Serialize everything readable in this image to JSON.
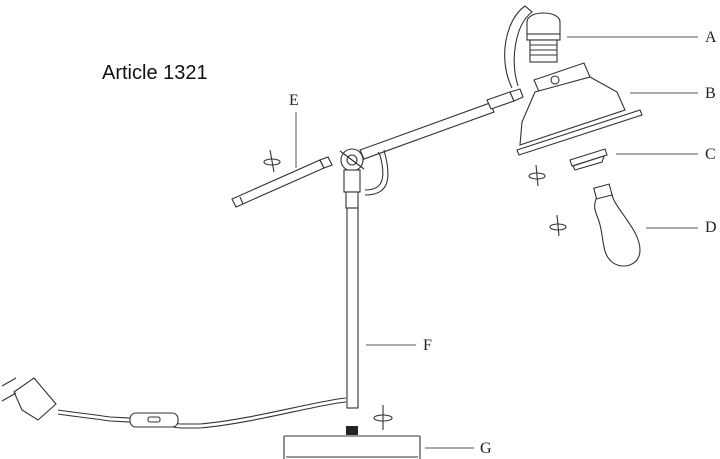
{
  "title": "Article 1321",
  "labels": {
    "A": "A",
    "B": "B",
    "C": "C",
    "D": "D",
    "E": "E",
    "F": "F",
    "G": "G"
  },
  "parts": [
    {
      "id": "A",
      "name": "lamp-socket"
    },
    {
      "id": "B",
      "name": "lamp-shade"
    },
    {
      "id": "C",
      "name": "shade-ring"
    },
    {
      "id": "D",
      "name": "light-bulb"
    },
    {
      "id": "E",
      "name": "counterweight-arm"
    },
    {
      "id": "F",
      "name": "stand-pole"
    },
    {
      "id": "G",
      "name": "base"
    }
  ]
}
